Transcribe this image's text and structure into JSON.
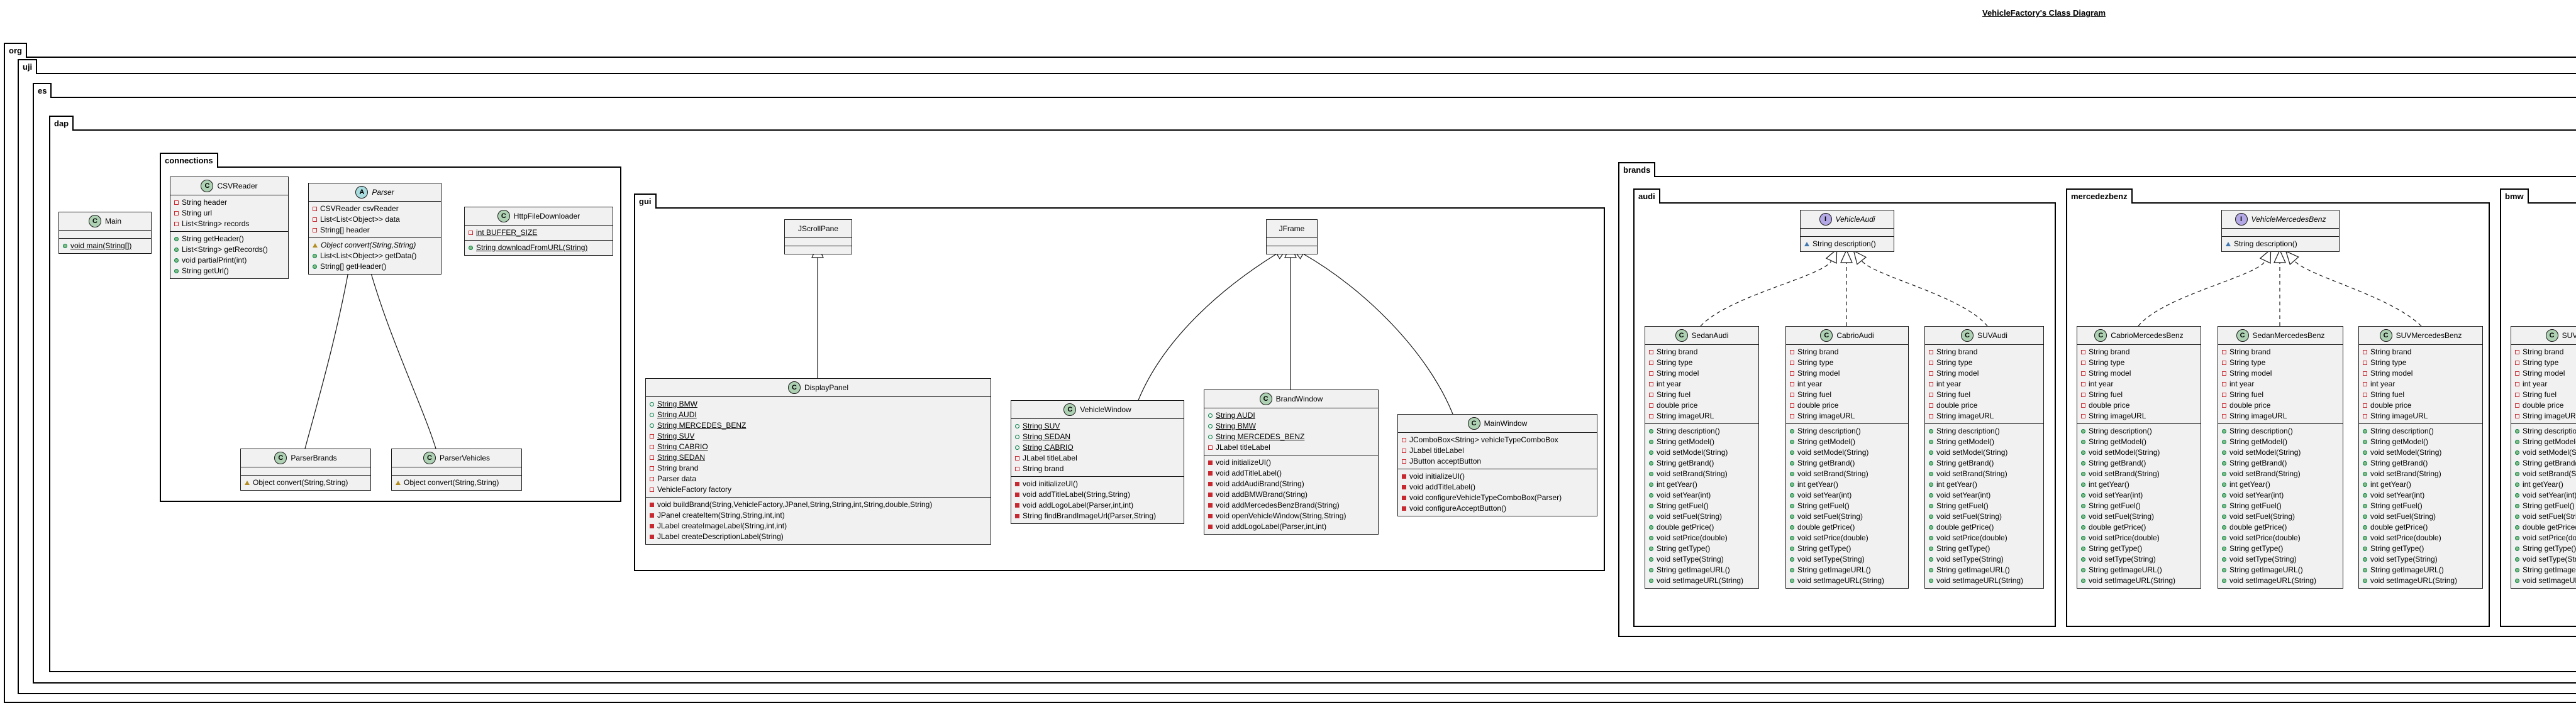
{
  "title": "VehicleFactory's Class Diagram",
  "packages": {
    "org": "org",
    "uji": "uji",
    "es": "es",
    "dap": "dap",
    "connections": "connections",
    "gui": "gui",
    "brands": "brands",
    "audi": "audi",
    "mercedezbenz": "mercedezbenz",
    "bmw": "bmw"
  },
  "classes": {
    "main": {
      "name": "Main",
      "badge": "C",
      "fields": [],
      "methods": [
        {
          "v": "pub",
          "text": "void main(String[])",
          "static": true
        }
      ]
    },
    "csvreader": {
      "name": "CSVReader",
      "badge": "C",
      "fields": [
        {
          "v": "priv",
          "text": "String header"
        },
        {
          "v": "priv",
          "text": "String url"
        },
        {
          "v": "priv",
          "text": "List<String> records"
        }
      ],
      "methods": [
        {
          "v": "pub",
          "text": "String getHeader()"
        },
        {
          "v": "pub",
          "text": "List<String> getRecords()"
        },
        {
          "v": "pub",
          "text": "void partialPrint(int)"
        },
        {
          "v": "pub",
          "text": "String getUrl()"
        }
      ]
    },
    "parser": {
      "name": "Parser",
      "badge": "A",
      "fields": [
        {
          "v": "priv",
          "text": "CSVReader csvReader"
        },
        {
          "v": "priv",
          "text": "List<List<Object>> data"
        },
        {
          "v": "priv",
          "text": "String[] header"
        }
      ],
      "methods": [
        {
          "v": "prot",
          "text": "Object convert(String,String)",
          "italic": true
        },
        {
          "v": "pub",
          "text": "List<List<Object>> getData()"
        },
        {
          "v": "pub",
          "text": "String[] getHeader()"
        }
      ]
    },
    "httpfiledownloader": {
      "name": "HttpFileDownloader",
      "badge": "C",
      "fields": [
        {
          "v": "priv",
          "text": "int BUFFER_SIZE",
          "static": true
        }
      ],
      "methods": [
        {
          "v": "pub",
          "text": "String downloadFromURL(String)",
          "static": true
        }
      ]
    },
    "parserbrands": {
      "name": "ParserBrands",
      "badge": "C",
      "fields": [],
      "methods": [
        {
          "v": "prot",
          "text": "Object convert(String,String)"
        }
      ]
    },
    "parservehicles": {
      "name": "ParserVehicles",
      "badge": "C",
      "fields": [],
      "methods": [
        {
          "v": "prot",
          "text": "Object convert(String,String)"
        }
      ]
    },
    "jscrollpane": {
      "name": "JScrollPane",
      "badge": "",
      "fields": [],
      "methods": []
    },
    "jframe": {
      "name": "JFrame",
      "badge": "",
      "fields": [],
      "methods": []
    },
    "displaypanel": {
      "name": "DisplayPanel",
      "badge": "C",
      "fields": [
        {
          "v": "pub",
          "text": "String BMW",
          "static": true
        },
        {
          "v": "pub",
          "text": "String AUDI",
          "static": true
        },
        {
          "v": "pub",
          "text": "String MERCEDES_BENZ",
          "static": true
        },
        {
          "v": "priv",
          "text": "String SUV",
          "static": true
        },
        {
          "v": "priv",
          "text": "String CABRIO",
          "static": true
        },
        {
          "v": "priv",
          "text": "String SEDAN",
          "static": true
        },
        {
          "v": "priv",
          "text": "String brand"
        },
        {
          "v": "priv",
          "text": "Parser data"
        },
        {
          "v": "priv",
          "text": "VehicleFactory factory"
        }
      ],
      "methods": [
        {
          "v": "priv",
          "text": "void buildBrand(String,VehicleFactory,JPanel,String,String,int,String,double,String)"
        },
        {
          "v": "priv",
          "text": "JPanel createItem(String,String,int,int)"
        },
        {
          "v": "priv",
          "text": "JLabel createImageLabel(String,int,int)"
        },
        {
          "v": "priv",
          "text": "JLabel createDescriptionLabel(String)"
        }
      ]
    },
    "vehiclewindow": {
      "name": "VehicleWindow",
      "badge": "C",
      "fields": [
        {
          "v": "pub",
          "text": "String SUV",
          "static": true
        },
        {
          "v": "pub",
          "text": "String SEDAN",
          "static": true
        },
        {
          "v": "pub",
          "text": "String CABRIO",
          "static": true
        },
        {
          "v": "priv",
          "text": "JLabel titleLabel"
        },
        {
          "v": "priv",
          "text": "String brand"
        }
      ],
      "methods": [
        {
          "v": "priv",
          "text": "void initializeUI()"
        },
        {
          "v": "priv",
          "text": "void addTitleLabel(String,String)"
        },
        {
          "v": "priv",
          "text": "void addLogoLabel(Parser,int,int)"
        },
        {
          "v": "priv",
          "text": "String findBrandImageUrl(Parser,String)"
        }
      ]
    },
    "brandwindow": {
      "name": "BrandWindow",
      "badge": "C",
      "fields": [
        {
          "v": "pub",
          "text": "String AUDI",
          "static": true
        },
        {
          "v": "pub",
          "text": "String BMW",
          "static": true
        },
        {
          "v": "pub",
          "text": "String MERCEDES_BENZ",
          "static": true
        },
        {
          "v": "priv",
          "text": "JLabel titleLabel"
        }
      ],
      "methods": [
        {
          "v": "priv",
          "text": "void initializeUI()"
        },
        {
          "v": "priv",
          "text": "void addTitleLabel()"
        },
        {
          "v": "priv",
          "text": "void addAudiBrand(String)"
        },
        {
          "v": "priv",
          "text": "void addBMWBrand(String)"
        },
        {
          "v": "priv",
          "text": "void addMercedesBenzBrand(String)"
        },
        {
          "v": "priv",
          "text": "void openVehicleWindow(String,String)"
        },
        {
          "v": "priv",
          "text": "void addLogoLabel(Parser,int,int)"
        }
      ]
    },
    "mainwindow": {
      "name": "MainWindow",
      "badge": "C",
      "fields": [
        {
          "v": "priv",
          "text": "JComboBox<String> vehicleTypeComboBox"
        },
        {
          "v": "priv",
          "text": "JLabel titleLabel"
        },
        {
          "v": "priv",
          "text": "JButton acceptButton"
        }
      ],
      "methods": [
        {
          "v": "priv",
          "text": "void initializeUI()"
        },
        {
          "v": "priv",
          "text": "void addTitleLabel()"
        },
        {
          "v": "priv",
          "text": "void configureVehicleTypeComboBox(Parser)"
        },
        {
          "v": "priv",
          "text": "void configureAcceptButton()"
        }
      ]
    },
    "vehicleaudi": {
      "name": "VehicleAudi",
      "badge": "I",
      "fields": [],
      "methods": [
        {
          "v": "pkg",
          "text": "String description()"
        }
      ]
    },
    "vehiclemercedesbenz": {
      "name": "VehicleMercedesBenz",
      "badge": "I",
      "fields": [],
      "methods": [
        {
          "v": "pkg",
          "text": "String description()"
        }
      ]
    },
    "sedanaudi": {
      "name": "SedanAudi",
      "badge": "C"
    },
    "cabrioaudi": {
      "name": "CabrioAudi",
      "badge": "C"
    },
    "suvaudi": {
      "name": "SUVAudi",
      "badge": "C"
    },
    "cabriomercedesbenz": {
      "name": "CabrioMercedesBenz",
      "badge": "C"
    },
    "sedanmercedesbenz": {
      "name": "SedanMercedesBenz",
      "badge": "C"
    },
    "suvmercedesbenz": {
      "name": "SUVMercedesBenz",
      "badge": "C"
    },
    "suvbmw": {
      "name": "SUV",
      "badge": "C"
    }
  },
  "vehicle_fields": [
    {
      "v": "priv",
      "text": "String brand"
    },
    {
      "v": "priv",
      "text": "String type"
    },
    {
      "v": "priv",
      "text": "String model"
    },
    {
      "v": "priv",
      "text": "int year"
    },
    {
      "v": "priv",
      "text": "String fuel"
    },
    {
      "v": "priv",
      "text": "double price"
    },
    {
      "v": "priv",
      "text": "String imageURL"
    }
  ],
  "vehicle_methods": [
    {
      "v": "pub",
      "text": "String description()"
    },
    {
      "v": "pub",
      "text": "String getModel()"
    },
    {
      "v": "pub",
      "text": "void setModel(String)"
    },
    {
      "v": "pub",
      "text": "String getBrand()"
    },
    {
      "v": "pub",
      "text": "void setBrand(String)"
    },
    {
      "v": "pub",
      "text": "int getYear()"
    },
    {
      "v": "pub",
      "text": "void setYear(int)"
    },
    {
      "v": "pub",
      "text": "String getFuel()"
    },
    {
      "v": "pub",
      "text": "void setFuel(String)"
    },
    {
      "v": "pub",
      "text": "double getPrice()"
    },
    {
      "v": "pub",
      "text": "void setPrice(double)"
    },
    {
      "v": "pub",
      "text": "String getType()"
    },
    {
      "v": "pub",
      "text": "void setType(String)"
    },
    {
      "v": "pub",
      "text": "String getImageURL()"
    },
    {
      "v": "pub",
      "text": "void setImageURL(String)"
    }
  ],
  "suv_bmw_fields": [
    {
      "v": "priv",
      "text": "String brand"
    },
    {
      "v": "priv",
      "text": "String type"
    },
    {
      "v": "priv",
      "text": "String model"
    },
    {
      "v": "priv",
      "text": "int year"
    },
    {
      "v": "priv",
      "text": "String fuel"
    },
    {
      "v": "priv",
      "text": "double price"
    },
    {
      "v": "priv",
      "text": "String imageURL"
    }
  ],
  "suv_bmw_methods": [
    {
      "v": "pub",
      "text": "String description()"
    },
    {
      "v": "pub",
      "text": "String getModel()"
    },
    {
      "v": "pub",
      "text": "void setModel(String)"
    },
    {
      "v": "pub",
      "text": "String getBrand()"
    },
    {
      "v": "pub",
      "text": "void setBrand(String)"
    },
    {
      "v": "pub",
      "text": "int getYear()"
    },
    {
      "v": "pub",
      "text": "void setYear(int)"
    },
    {
      "v": "pub",
      "text": "String getFuel()"
    },
    {
      "v": "pub",
      "text": "void setFuel(String)"
    },
    {
      "v": "pub",
      "text": "double getPrice()"
    },
    {
      "v": "pub",
      "text": "void setPrice(double)"
    },
    {
      "v": "pub",
      "text": "String getType()"
    },
    {
      "v": "pub",
      "text": "void setType(String)"
    },
    {
      "v": "pub",
      "text": "String getImageURL()"
    },
    {
      "v": "pub",
      "text": "void setImageURL(String)"
    }
  ],
  "colors": {
    "class_bg": "#f1f1f1",
    "class_badge": "#add1b2",
    "abstract_badge": "#a9dcdf",
    "interface_badge": "#b4a7e5",
    "private": "#c82930",
    "public": "#038048",
    "protected": "#b38d22",
    "package": "#4177af"
  }
}
